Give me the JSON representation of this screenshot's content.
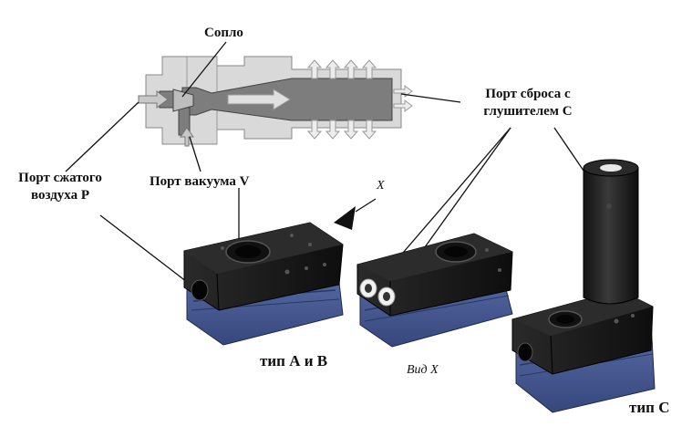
{
  "labels": {
    "nozzle": "Сопло",
    "exhaust_port_line1": "Порт сброса с",
    "exhaust_port_line2": "глушителем С",
    "compressed_air_line1": "Порт сжатого",
    "compressed_air_line2": "воздуха Р",
    "vacuum_port": "Порт вакуума V",
    "view_marker": "X",
    "type_ab": "тип А и В",
    "view_x": "Вид Х",
    "type_c": "тип С"
  },
  "colors": {
    "body_black": "#1e1e1e",
    "base_blue": "#4a5d96",
    "schematic_light": "#d6d6d6",
    "schematic_dark": "#7a7a7a"
  }
}
